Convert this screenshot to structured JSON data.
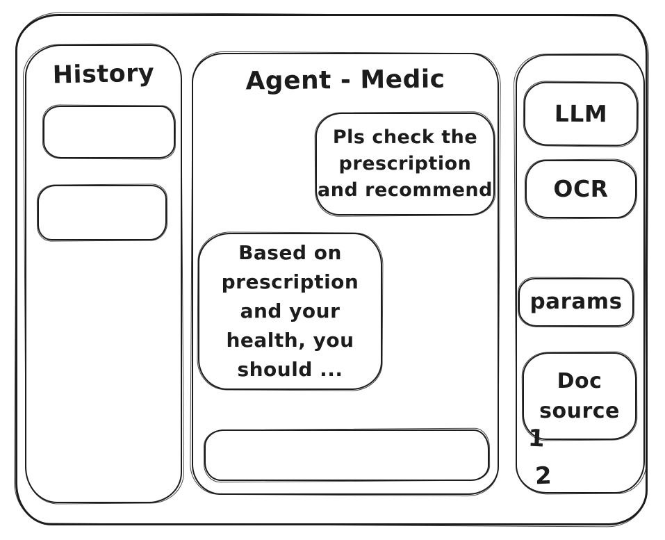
{
  "colors": {
    "stroke": "#1c1c1c",
    "background": "#ffffff"
  },
  "history_panel": {
    "title": "History",
    "items": [
      "",
      ""
    ]
  },
  "chat": {
    "title": "Agent - Medic",
    "messages": [
      {
        "role": "user",
        "text": "Pls check the\nprescription\nand recommend"
      },
      {
        "role": "assistant",
        "text": "Based on\nprescription\nand your\nhealth, you\nshould ..."
      }
    ],
    "input": {
      "value": "",
      "placeholder": ""
    }
  },
  "tools_panel": {
    "buttons": [
      {
        "label": "LLM"
      },
      {
        "label": "OCR"
      },
      {
        "label": "params"
      }
    ],
    "doc_source": {
      "label": "Doc\nsource",
      "items": [
        "1",
        "2"
      ]
    }
  }
}
